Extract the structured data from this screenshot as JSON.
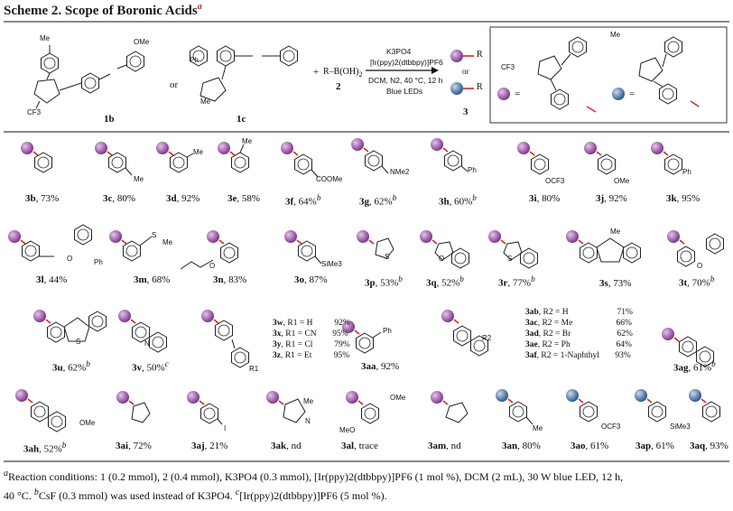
{
  "title": {
    "text": "Scheme 2. Scope of Boronic Acids",
    "sup": "a"
  },
  "reaction": {
    "reagent_1b": "1b",
    "or": "or",
    "reagent_1c": "1c",
    "plus": "+",
    "boronic": "R–B(OH)",
    "boronic_num": "2",
    "cond_top1": "K3PO4",
    "cond_top2": "[Ir(ppy)2(dtbbpy)]PF6",
    "cond_bot1": "DCM, N2, 40 °C, 12 h",
    "cond_bot2": "Blue LEDs",
    "product": "3",
    "product_r": "R",
    "product_or": "or",
    "legend_eq1": "=",
    "legend_eq2": "="
  },
  "colors": {
    "purple": "#9b4fa8",
    "blue": "#4a74a8",
    "bond": "#d9281e"
  },
  "compounds_row1": [
    {
      "label": "3b",
      "yield": "73%"
    },
    {
      "label": "3c",
      "yield": "80%"
    },
    {
      "label": "3d",
      "yield": "92%"
    },
    {
      "label": "3e",
      "yield": "58%"
    },
    {
      "label": "3f",
      "yield": "64%",
      "note": "b"
    },
    {
      "label": "3g",
      "yield": "62%",
      "note": "b"
    },
    {
      "label": "3h",
      "yield": "60%",
      "note": "b"
    },
    {
      "label": "3i",
      "yield": "80%"
    },
    {
      "label": "3j",
      "yield": "92%"
    },
    {
      "label": "3k",
      "yield": "95%"
    }
  ],
  "compounds_row2": [
    {
      "label": "3l",
      "yield": "44%"
    },
    {
      "label": "3m",
      "yield": "68%"
    },
    {
      "label": "3n",
      "yield": "83%"
    },
    {
      "label": "3o",
      "yield": "87%"
    },
    {
      "label": "3p",
      "yield": "53%",
      "note": "b"
    },
    {
      "label": "3q",
      "yield": "52%",
      "note": "b"
    },
    {
      "label": "3r",
      "yield": "77%",
      "note": "b"
    },
    {
      "label": "3s",
      "yield": "73%"
    },
    {
      "label": "3t",
      "yield": "70%",
      "note": "b"
    }
  ],
  "compounds_row3": [
    {
      "label": "3u",
      "yield": "62%",
      "note": "b"
    },
    {
      "label": "3v",
      "yield": "50%",
      "note": "c"
    },
    {
      "label": "3aa",
      "yield": "92%"
    },
    {
      "label": "3ag",
      "yield": "61%",
      "note": "b"
    }
  ],
  "table_3w": [
    {
      "label": "3w",
      "sub": "R1 = H",
      "yield": "92%"
    },
    {
      "label": "3x",
      "sub": "R1 = CN",
      "yield": "95%"
    },
    {
      "label": "3y",
      "sub": "R1 = Cl",
      "yield": "79%"
    },
    {
      "label": "3z",
      "sub": "R1 = Et",
      "yield": "95%"
    }
  ],
  "table_3ab": [
    {
      "label": "3ab",
      "sub": "R2 = H",
      "yield": "71%"
    },
    {
      "label": "3ac",
      "sub": "R2 = Me",
      "yield": "66%"
    },
    {
      "label": "3ad",
      "sub": "R2 = Br",
      "yield": "62%"
    },
    {
      "label": "3ae",
      "sub": "R2 = Ph",
      "yield": "64%"
    },
    {
      "label": "3af",
      "sub": "R2 = 1-Naphthyl",
      "yield": "93%"
    }
  ],
  "compounds_row4": [
    {
      "label": "3ah",
      "yield": "52%",
      "note": "b"
    },
    {
      "label": "3ai",
      "yield": "72%"
    },
    {
      "label": "3aj",
      "yield": "21%"
    },
    {
      "label": "3ak",
      "yield": "nd"
    },
    {
      "label": "3al",
      "yield": "trace"
    },
    {
      "label": "3am",
      "yield": "nd"
    },
    {
      "label": "3an",
      "yield": "80%"
    },
    {
      "label": "3ao",
      "yield": "61%"
    },
    {
      "label": "3ap",
      "yield": "61%"
    },
    {
      "label": "3aq",
      "yield": "93%"
    }
  ],
  "substituents": {
    "me": "Me",
    "ome": "OMe",
    "cooMe": "COOMe",
    "nme2": "NMe2",
    "ph": "Ph",
    "o": "O",
    "ocf3": "OCF3",
    "sme": "S",
    "sme_me": "Me",
    "sime3": "SiMe3",
    "s": "S",
    "n": "N",
    "i": "I",
    "cf3": "CF3",
    "r1": "R1",
    "r2": "R2",
    "meo": "MeO",
    "nme": "N",
    "ome2": "OMe"
  },
  "footnote": {
    "a_mark": "a",
    "a_text": "Reaction conditions: 1 (0.2 mmol), 2 (0.4 mmol), K3PO4 (0.3 mmol), [Ir(ppy)2(dtbbpy)]PF6 (1 mol %), DCM (2 mL), 30 W blue LED, 12 h,",
    "a_text2": "40 °C.",
    "b_mark": "b",
    "b_text": "CsF (0.3 mmol) was used instead of K3PO4.",
    "c_mark": "c",
    "c_text": "[Ir(ppy)2(dtbbpy)]PF6 (5 mol %)."
  }
}
